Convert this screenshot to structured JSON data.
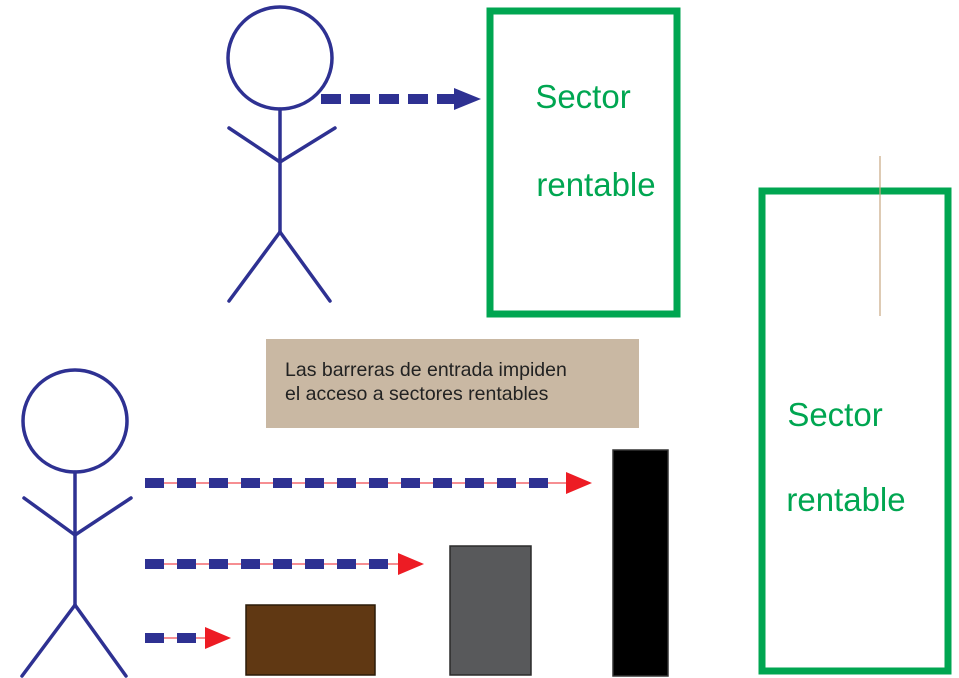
{
  "diagram": {
    "top_sector": {
      "line1": "Sector",
      "line2": "rentable"
    },
    "right_sector": {
      "line1": "Sector",
      "line2": "rentable"
    },
    "caption": {
      "line1": "Las barreras de entrada impiden",
      "line2": "el acceso a sectores rentables"
    },
    "colors": {
      "figure": "#2e3192",
      "sector_border": "#00a651",
      "arrow_dash": "#2e3192",
      "arrow_head_top": "#2e3192",
      "arrow_head_bottom": "#ed1c24",
      "caption_bg": "#c9b8a3",
      "barrier_small": "#603813",
      "barrier_medium": "#58595b",
      "barrier_tall": "#000000"
    }
  }
}
